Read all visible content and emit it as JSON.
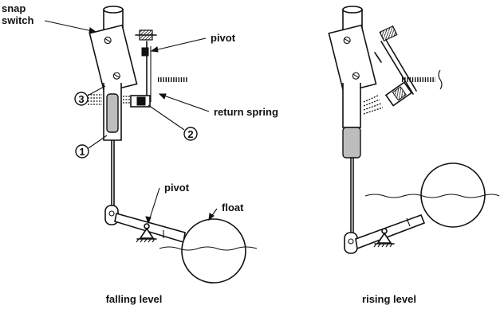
{
  "labels": {
    "snap_switch_line1": "snap",
    "snap_switch_line2": "switch",
    "pivot_top": "pivot",
    "return_spring": "return spring",
    "pivot_bottom": "pivot",
    "float": "float",
    "num_1": "1",
    "num_2": "2",
    "num_3": "3",
    "caption_left": "falling level",
    "caption_right": "rising level"
  },
  "colors": {
    "ink": "#111111",
    "tube_fill": "#bdbdbd",
    "background": "#ffffff"
  }
}
